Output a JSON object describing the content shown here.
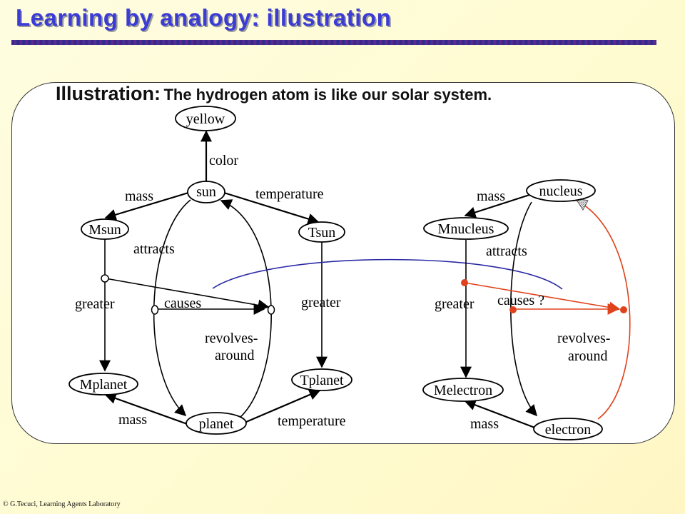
{
  "title": "Learning by analogy: illustration",
  "subtitle": {
    "lead": "Illustration:",
    "rest": "The hydrogen atom is like our solar system."
  },
  "footer": "© G.Tecuci, Learning Agents Laboratory",
  "colors": {
    "title": "#3b3bd6",
    "analogy_arc": "#2a2aa6",
    "inferred": "#e0421c"
  },
  "diagram": {
    "solar": {
      "nodes": {
        "yellow": "yellow",
        "sun": "sun",
        "msun": "Msun",
        "tsun": "Tsun",
        "mplanet": "Mplanet",
        "tplanet": "Tplanet",
        "planet": "planet"
      },
      "edges": {
        "color": "color",
        "mass_sun": "mass",
        "temperature_sun": "temperature",
        "attracts": "attracts",
        "greater_mass": "greater",
        "causes": "causes",
        "revolves_1": "revolves-",
        "revolves_2": "around",
        "greater_temp": "greater",
        "mass_planet": "mass",
        "temperature_planet": "temperature"
      }
    },
    "atom": {
      "nodes": {
        "nucleus": "nucleus",
        "mnucleus": "Mnucleus",
        "melectron": "Melectron",
        "electron": "electron"
      },
      "edges": {
        "mass_nucleus": "mass",
        "attracts": "attracts",
        "greater": "greater",
        "causes": "causes ?",
        "revolves_1": "revolves-",
        "revolves_2": "around",
        "mass_electron": "mass"
      }
    }
  }
}
